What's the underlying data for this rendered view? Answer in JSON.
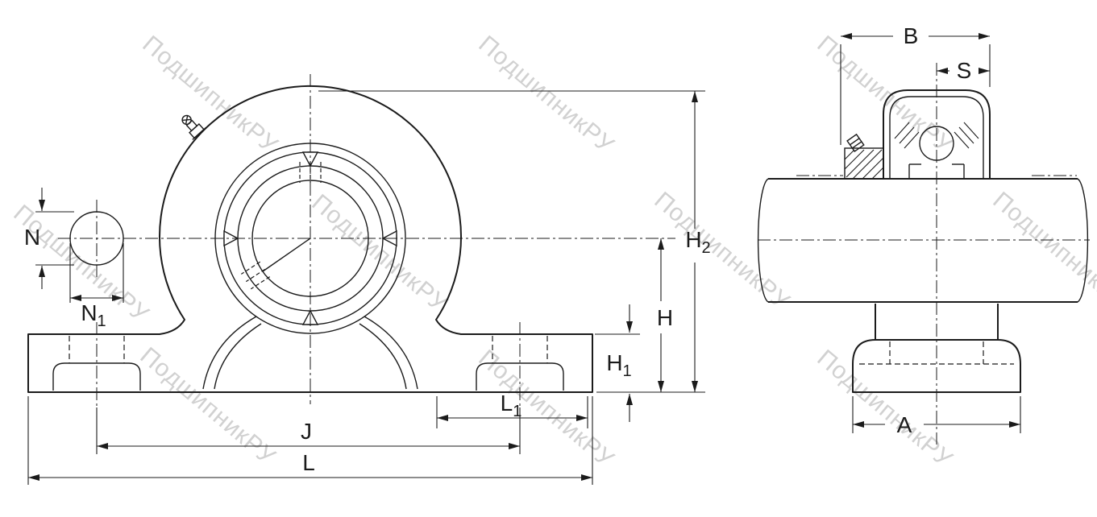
{
  "drawing": {
    "watermark": {
      "text": "ПодшипникРУ",
      "color": "#c6c6c6"
    },
    "dims": {
      "B": {
        "base": "B",
        "sub": ""
      },
      "S": {
        "base": "S",
        "sub": ""
      },
      "N": {
        "base": "N",
        "sub": ""
      },
      "N1": {
        "base": "N",
        "sub": "1"
      },
      "H": {
        "base": "H",
        "sub": ""
      },
      "H1": {
        "base": "H",
        "sub": "1"
      },
      "H2": {
        "base": "H",
        "sub": "2"
      },
      "L": {
        "base": "L",
        "sub": ""
      },
      "L1": {
        "base": "L",
        "sub": "1"
      },
      "J": {
        "base": "J",
        "sub": ""
      },
      "A": {
        "base": "A",
        "sub": ""
      }
    },
    "colors": {
      "line": "#1b1b1b",
      "background": "#ffffff"
    }
  }
}
